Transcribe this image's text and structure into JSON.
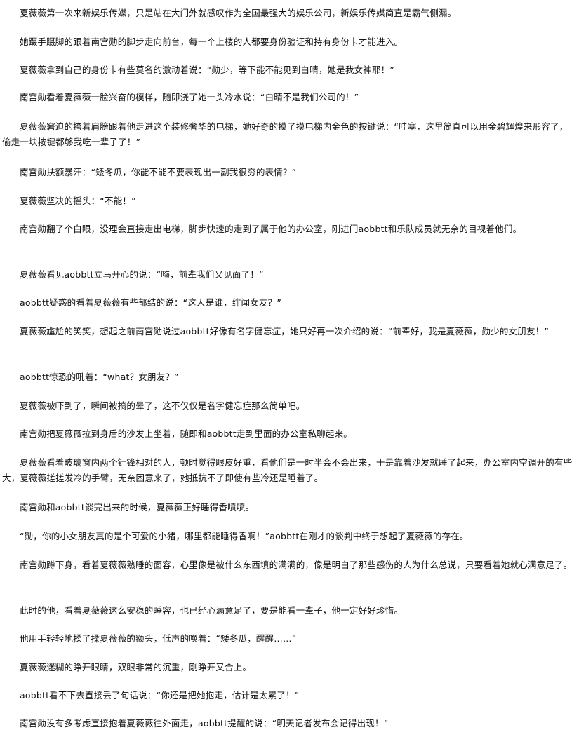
{
  "paragraphs": [
    "夏薇薇第一次来新娱乐传媒，只是站在大门外就感叹作为全国最强大的娱乐公司，新娱乐传媒简直是霸气侧漏。",
    "她蹑手蹑脚的跟着南宫勋的脚步走向前台，每一个上楼的人都要身份验证和持有身份卡才能进入。",
    "夏薇薇拿到自己的身份卡有些莫名的激动着说：“勋少，等下能不能见到白晴，她是我女神耶！”",
    "南宫勋看着夏薇薇一脸兴奋的模样，随即浇了她一头冷水说：“白晴不是我们公司的！”",
    "夏薇薇窘迫的挎着肩膀跟着他走进这个装修奢华的电梯，她好奇的摸了摸电梯内金色的按键说：“哇塞，这里简直可以用金碧辉煌来形容了，偷走一块按键都够我吃一辈子了！”",
    "南宫勋扶额暴汗：“矮冬瓜，你能不能不要表现出一副我很穷的表情？”",
    "夏薇薇坚决的摇头：“不能！”",
    "南宫勋翻了个白眼，没理会直接走出电梯，脚步快速的走到了属于他的办公室，刚进门aobbtt和乐队成员就无奈的目视着他们。",
    "夏薇薇看见aobbtt立马开心的说：“嗨，前辈我们又见面了！”",
    "aobbtt疑惑的看着夏薇薇有些郁结的说：“这人是谁，绯闻女友？”",
    "夏薇薇尴尬的笑笑，想起之前南宫勋说过aobbtt好像有名字健忘症，她只好再一次介绍的说：“前辈好，我是夏薇薇，勋少的女朋友！”",
    "aobbtt惊恐的吼着：“what？女朋友？”",
    "夏薇薇被吓到了，瞬间被搞的晕了，这不仅仅是名字健忘症那么简单吧。",
    "南宫勋把夏薇薇拉到身后的沙发上坐着，随即和aobbtt走到里面的办公室私聊起来。",
    "夏薇薇看着玻璃窗内两个针锋相对的人，顿时觉得眼皮好重，看他们是一时半会不会出来，于是靠着沙发就睡了起来，办公室内空调开的有些大，夏薇薇搓搓发冷的手臂，无奈困意来了，她抵抗不了即使有些冷还是睡着了。",
    "南宫勋和aobbtt谈完出来的时候，夏薇薇正好睡得香喷喷。",
    "“勋，你的小女朋友真的是个可爱的小猪，哪里都能睡得香啊！”aobbtt在刚才的谈判中终于想起了夏薇薇的存在。",
    "南宫勋蹲下身，看着夏薇薇熟睡的面容，心里像是被什么东西填的满满的，像是明白了那些感伤的人为什么总说，只要看着她就心满意足了。",
    "此时的他，看着夏薇薇这么安稳的睡容，也已经心满意足了，要是能看一辈子，他一定好好珍惜。",
    "他用手轻轻地揉了揉夏薇薇的额头，低声的唤着：“矮冬瓜，醒醒……”",
    "夏薇薇迷糊的睁开眼睛，双眼非常的沉重，刚睁开又合上。",
    "aobbtt看不下去直接丢了句话说：“你还是把她抱走，估计是太累了！”",
    "南宫勋没有多考虑直接抱着夏薇薇往外面走，aobbtt提醒的说：“明天记者发布会记得出现！”"
  ]
}
